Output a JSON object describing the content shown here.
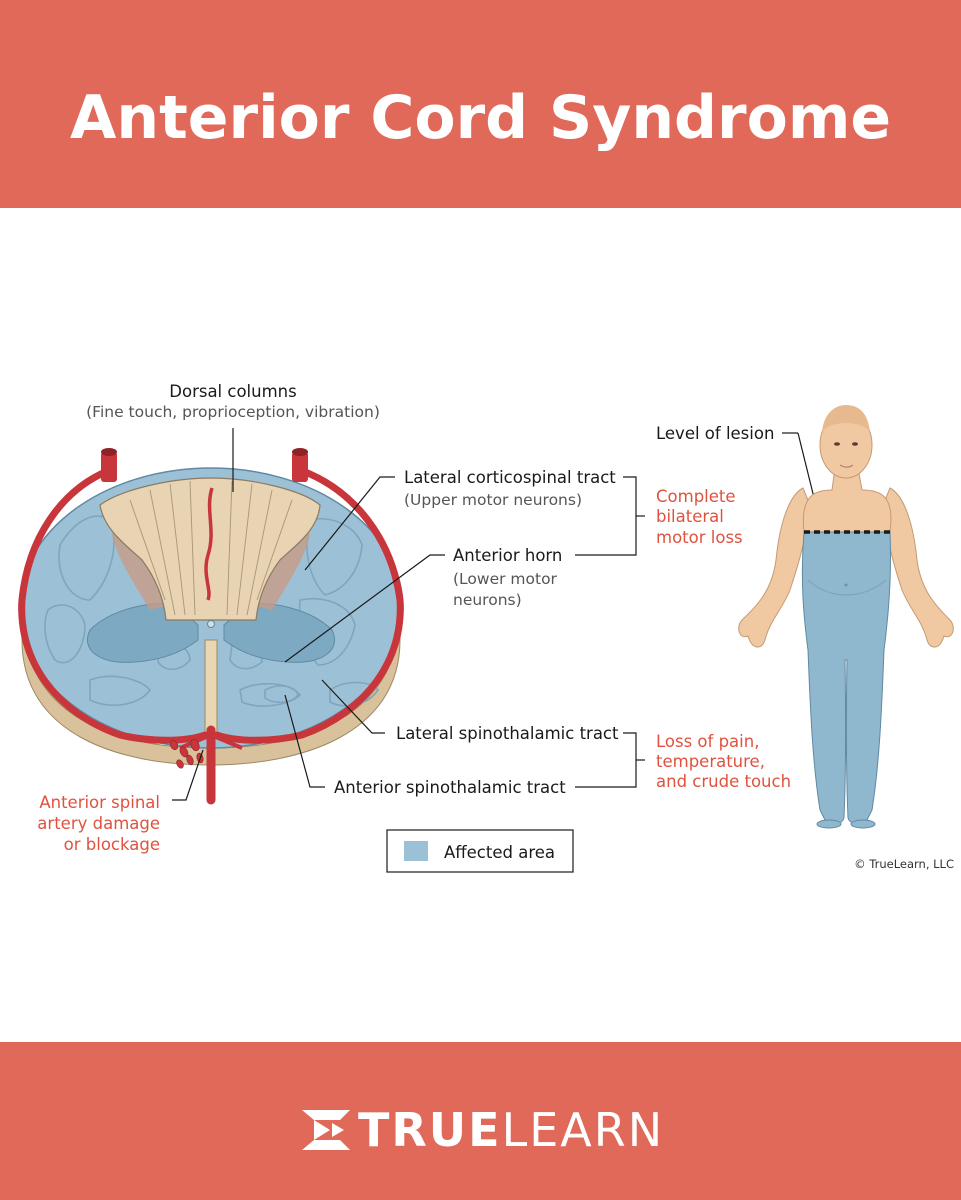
{
  "title": "Anterior Cord Syndrome",
  "diagram": {
    "dorsal_columns": {
      "label": "Dorsal columns",
      "sublabel": "(Fine touch, proprioception, vibration)"
    },
    "lateral_corticospinal": {
      "label": "Lateral corticospinal tract",
      "sublabel": "(Upper motor neurons)"
    },
    "anterior_horn": {
      "label": "Anterior horn",
      "sublabel_line1": "(Lower motor",
      "sublabel_line2": "neurons)"
    },
    "lateral_spinothalamic": {
      "label": "Lateral spinothalamic tract"
    },
    "anterior_spinothalamic": {
      "label": "Anterior spinothalamic tract"
    },
    "motor_loss": {
      "line1": "Complete",
      "line2": "bilateral",
      "line3": "motor loss"
    },
    "sensory_loss": {
      "line1": "Loss of pain,",
      "line2": "temperature,",
      "line3": "and crude touch"
    },
    "artery": {
      "line1": "Anterior spinal",
      "line2": "artery damage",
      "line3": "or blockage"
    },
    "legend": {
      "label": "Affected area"
    },
    "lesion_level": "Level of lesion",
    "copyright": "© TrueLearn, LLC"
  },
  "footer": {
    "brand_bold": "TRUE",
    "brand_light": "LEARN"
  },
  "colors": {
    "band": "#e0695a",
    "affected": "#8fb8cf",
    "artery": "#c8353a",
    "annotation_red": "#e0523f",
    "dorsal": "#e8d3b3"
  }
}
